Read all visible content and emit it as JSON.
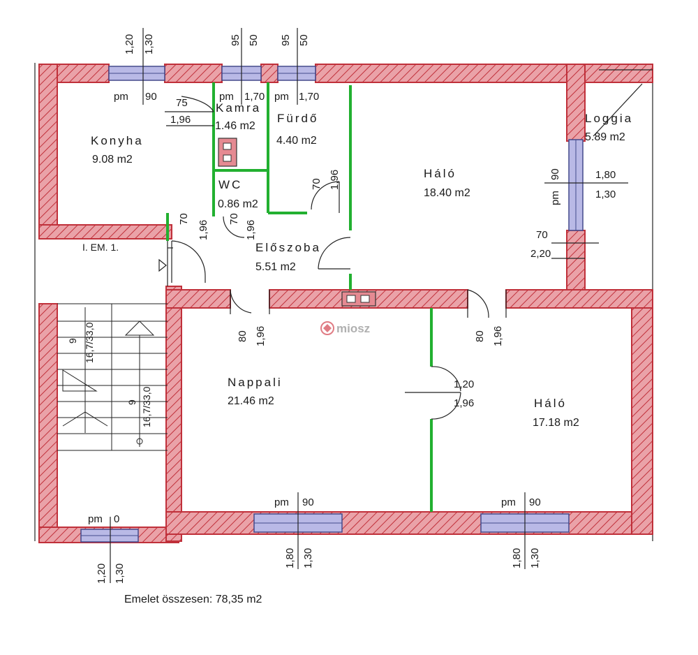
{
  "rooms": {
    "konyha": {
      "name": "Konyha",
      "area": "9.08 m2"
    },
    "kamra": {
      "name": "Kamra",
      "area": "1.46 m2"
    },
    "furdo": {
      "name": "Fürdő",
      "area": "4.40 m2"
    },
    "wc": {
      "name": "WC",
      "area": "0.86 m2"
    },
    "halo_top": {
      "name": "Háló",
      "area": "18.40 m2"
    },
    "loggia": {
      "name": "Loggia",
      "area": "5.89 m2"
    },
    "eloszoba": {
      "name": "Előszoba",
      "area": "5.51 m2"
    },
    "nappali": {
      "name": "Nappali",
      "area": "21.46 m2"
    },
    "halo_bottom": {
      "name": "Háló",
      "area": "17.18 m2"
    }
  },
  "stair_label": "I. EM. 1.",
  "stairs": [
    {
      "count": "9",
      "ratio": "16,7/33,0"
    },
    {
      "count": "9",
      "ratio": "16,7/33,0"
    }
  ],
  "windows": {
    "top_konyha": {
      "w": "1,20",
      "h": "1,30",
      "pm_label": "pm",
      "pm_value": "90"
    },
    "top_kamra": {
      "w": "95",
      "h": "50",
      "pm_label": "pm",
      "pm_value": "1,70"
    },
    "top_furdo": {
      "w": "95",
      "h": "50",
      "pm_label": "pm",
      "pm_value": "1,70"
    },
    "right_halo": {
      "w": "1,80",
      "h": "1,30",
      "pm_label": "pm",
      "pm_value": "90"
    },
    "bottom_stair": {
      "w": "1,20",
      "h": "1,30",
      "pm_label": "pm",
      "pm_value": "0"
    },
    "bottom_nappali": {
      "w": "1,80",
      "h": "1,30",
      "pm_label": "pm",
      "pm_value": "90"
    },
    "bottom_halo": {
      "w": "1,80",
      "h": "1,30",
      "pm_label": "pm",
      "pm_value": "90"
    }
  },
  "doors": {
    "kamra": {
      "w": "75",
      "h": "1,96"
    },
    "konyha": {
      "w": "70",
      "h": "1,96"
    },
    "wc": {
      "w": "70",
      "h": "1,96"
    },
    "furdo": {
      "w": "70",
      "h": "1,96"
    },
    "loggia": {
      "w": "70",
      "h": "2,20"
    },
    "nappali": {
      "w": "80",
      "h": "1,96"
    },
    "halo_bottom": {
      "w": "80",
      "h": "1,96"
    },
    "sliding": {
      "w": "1,20",
      "h": "1,96"
    }
  },
  "watermark": "miosz",
  "total": "Emelet összesen: 78,35 m2",
  "colors": {
    "wall": "#e8a0a6",
    "wall_stroke": "#c0303a",
    "window": "#b9b9e6",
    "partition": "#22b030"
  }
}
